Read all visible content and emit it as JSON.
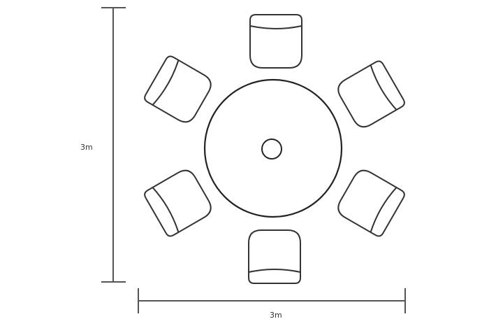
{
  "diagram": {
    "type": "floor-plan",
    "subject": "round table with 6 chairs",
    "dimensions": {
      "height_label": "3m",
      "width_label": "3m"
    },
    "table": {
      "shape": "circle",
      "parasol_hole": true
    },
    "chairs": [
      {
        "position": "top",
        "angle": 0
      },
      {
        "position": "top-right",
        "angle": 60
      },
      {
        "position": "bottom-right",
        "angle": 120
      },
      {
        "position": "bottom",
        "angle": 180
      },
      {
        "position": "bottom-left",
        "angle": 240
      },
      {
        "position": "top-left",
        "angle": 300
      }
    ],
    "line_color": "#333333"
  }
}
